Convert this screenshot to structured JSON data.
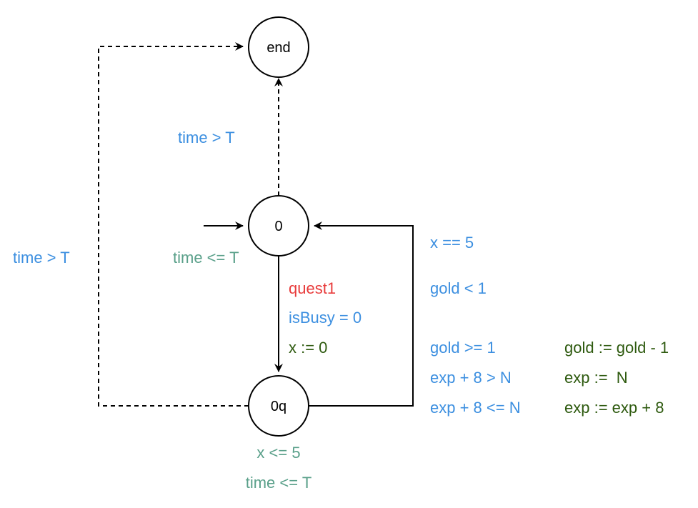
{
  "colors": {
    "guard": "#3c8fe0",
    "invariant": "#5aa08a",
    "sync": "#e83b3b",
    "update": "#2e5a0f",
    "stroke": "#000000"
  },
  "states": {
    "end": "end",
    "s0": "0",
    "s0q": "0q"
  },
  "left_transition": {
    "guard": "time > T"
  },
  "upper_transition": {
    "guard": "time > T"
  },
  "s0_invariant": "time <= T",
  "down_transition": {
    "sync": "quest1",
    "guard": "isBusy = 0",
    "update": "x := 0"
  },
  "return_transition": {
    "guard1": "x == 5",
    "guard2": "gold < 1",
    "branches": [
      {
        "guard": "gold >= 1",
        "update": "gold := gold - 1"
      },
      {
        "guard": "exp + 8 > N",
        "update": "exp :=  N"
      },
      {
        "guard": "exp + 8 <= N",
        "update": "exp := exp + 8"
      }
    ]
  },
  "s0q_invariants": {
    "line1": "x <= 5",
    "line2": "time <= T"
  }
}
